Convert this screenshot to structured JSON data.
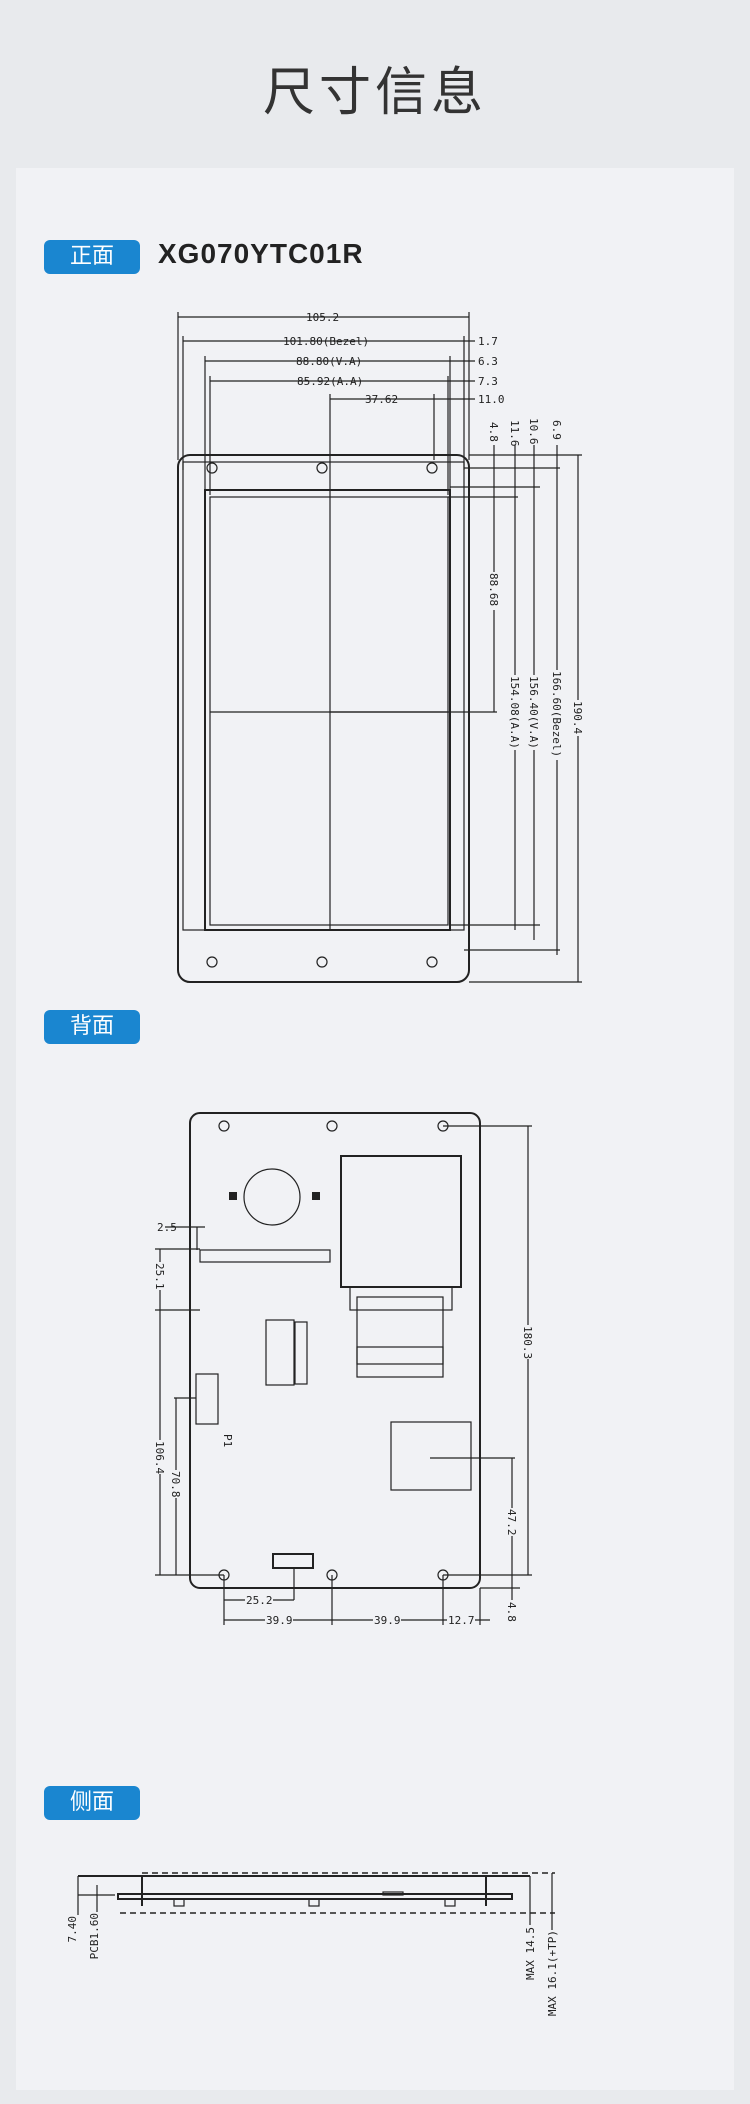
{
  "page_title": "尺寸信息",
  "sections": {
    "front": {
      "label": "正面",
      "model": "XG070YTC01R"
    },
    "back": {
      "label": "背面"
    },
    "side": {
      "label": "侧面"
    }
  },
  "front_dims": {
    "w_overall": "105.2",
    "w_bezel": "101.80(Bezel)",
    "w_va": "88.80(V.A)",
    "w_aa": "85.92(A.A)",
    "w_center": "37.62",
    "r_1": "1.7",
    "r_2": "6.3",
    "r_3": "7.3",
    "r_4": "11.0",
    "t_1": "4.8",
    "t_2": "11.6",
    "t_3": "10.6",
    "t_4": "6.9",
    "h_center": "88.68",
    "h_aa": "154.08(A.A)",
    "h_va": "156.40(V.A)",
    "h_bezel": "166.60(Bezel)",
    "h_overall": "190.4"
  },
  "back_dims": {
    "d_2_5": "2.5",
    "d_25_1": "25.1",
    "d_106_4": "106.4",
    "d_70_8": "70.8",
    "d_180_3": "180.3",
    "d_47_2": "47.2",
    "d_4_8": "4.8",
    "d_25_2": "25.2",
    "d_39_9_a": "39.9",
    "d_39_9_b": "39.9",
    "d_12_7": "12.7",
    "p1": "P1"
  },
  "side_dims": {
    "d_7_40": "7.40",
    "pcb": "PCB1.60",
    "max_14_5": "MAX 14.5",
    "max_16_1": "MAX 16.1(+TP)"
  }
}
